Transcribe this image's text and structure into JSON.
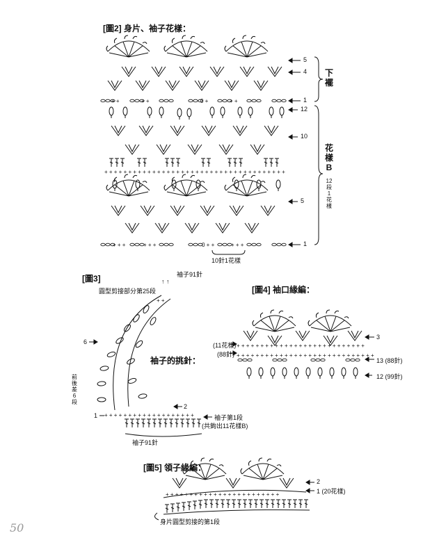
{
  "page_number": "50",
  "fig2": {
    "title": "[圖2] 身片、袖子花樣：",
    "row_markers": [
      "5",
      "4",
      "1",
      "12",
      "10",
      "5",
      "1"
    ],
    "section_hem": [
      "下",
      "襬"
    ],
    "section_pattern": [
      "花",
      "樣",
      "B"
    ],
    "repeat_note": [
      "12",
      "段",
      "1",
      "花",
      "樣"
    ],
    "bottom_note": "10針1花樣"
  },
  "fig3": {
    "title": "[圖3]",
    "top_note": "袖子91針",
    "raglan_note": "圓型剪接部分第25段",
    "marker_6": "6",
    "marker_1": "1",
    "marker_2": "2",
    "pickup_title": "袖子的挑針：",
    "side_note": [
      "前",
      "後",
      "差",
      "6",
      "段"
    ],
    "row1_note": "袖子第1段",
    "pattern_count_note": "(共鉤出11花樣B)",
    "bottom_note": "袖子91針"
  },
  "fig4": {
    "title": "[圖4] 袖口緣編：",
    "left_notes": [
      "(11花樣)",
      "(88針)"
    ],
    "right_notes": [
      "3",
      "13 (88針)",
      "12 (99針)"
    ]
  },
  "fig5": {
    "title": "[圖5] 領子緣編：",
    "right_notes": [
      "2",
      "1 (20花樣)"
    ],
    "bottom_note": "身片圓型剪接的第1段"
  }
}
